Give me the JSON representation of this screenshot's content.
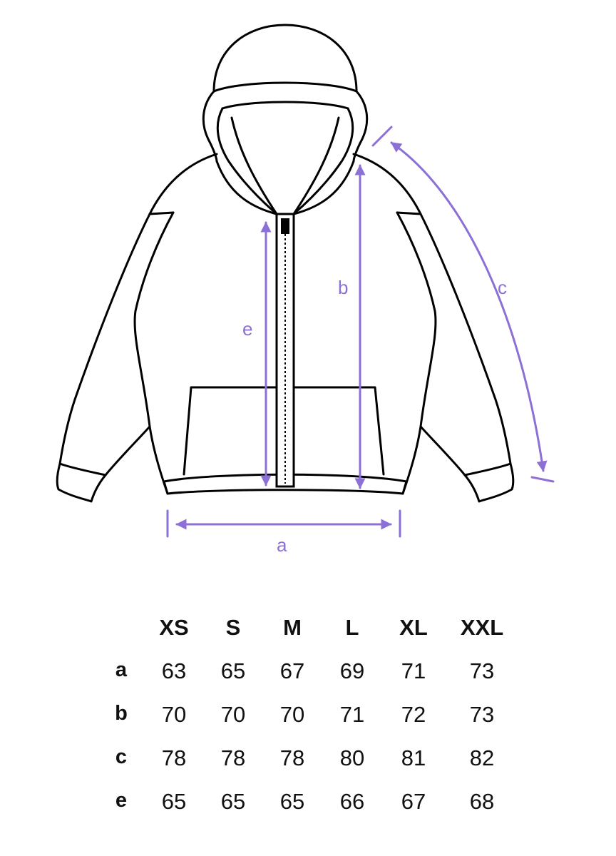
{
  "labels": {
    "a": "a",
    "b": "b",
    "c": "c",
    "e": "e"
  },
  "colors": {
    "measure": "#8c70d6",
    "outline": "#000000"
  },
  "table": {
    "sizes": [
      "XS",
      "S",
      "M",
      "L",
      "XL",
      "XXL"
    ],
    "rows": [
      {
        "label": "a",
        "values": [
          "63",
          "65",
          "67",
          "69",
          "71",
          "73"
        ]
      },
      {
        "label": "b",
        "values": [
          "70",
          "70",
          "70",
          "71",
          "72",
          "73"
        ]
      },
      {
        "label": "c",
        "values": [
          "78",
          "78",
          "78",
          "80",
          "81",
          "82"
        ]
      },
      {
        "label": "e",
        "values": [
          "65",
          "65",
          "65",
          "66",
          "67",
          "68"
        ]
      }
    ]
  }
}
